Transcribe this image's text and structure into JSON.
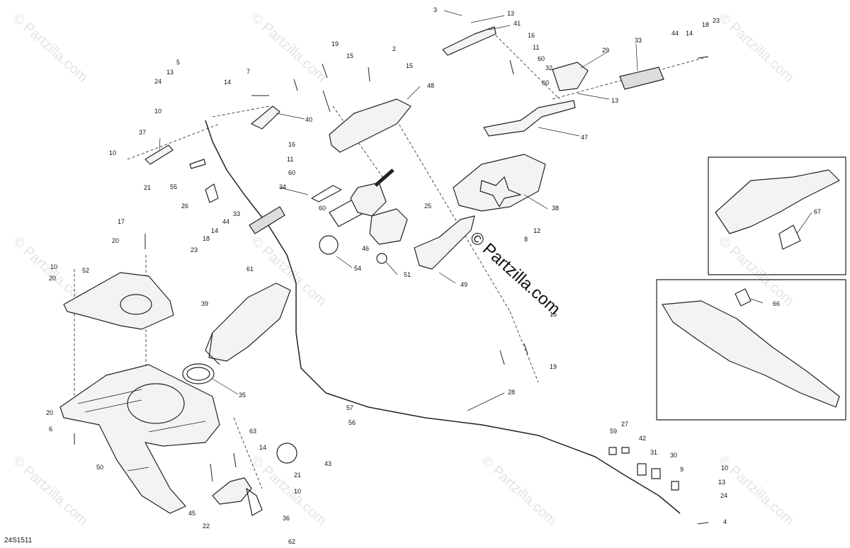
{
  "watermark_text": "© Partzilla.com",
  "brand_text": "© Partzilla.com",
  "reference_code": "24S1511",
  "callouts": {
    "c1": "3",
    "c2": "13",
    "c3": "41",
    "c4": "16",
    "c5": "11",
    "c6": "60",
    "c7": "32",
    "c8": "60",
    "c9": "29",
    "c10": "33",
    "c11": "44",
    "c12": "14",
    "c13": "18",
    "c14": "23",
    "c15": "13",
    "c16": "47",
    "c17": "19",
    "c18": "15",
    "c19": "2",
    "c20": "15",
    "c21": "48",
    "c22": "5",
    "c23": "13",
    "c24": "24",
    "c25": "10",
    "c26": "7",
    "c27": "14",
    "c28": "40",
    "c29": "37",
    "c30": "10",
    "c31": "21",
    "c32": "55",
    "c33": "26",
    "c34": "16",
    "c35": "11",
    "c36": "60",
    "c37": "34",
    "c38": "60",
    "c39": "38",
    "c40": "33",
    "c41": "44",
    "c42": "14",
    "c43": "18",
    "c44": "23",
    "c45": "61",
    "c46": "17",
    "c47": "20",
    "c48": "10",
    "c49": "52",
    "c50": "20",
    "c51": "25",
    "c52": "46",
    "c53": "54",
    "c54": "51",
    "c55": "49",
    "c56": "12",
    "c57": "8",
    "c58": "39",
    "c59": "15",
    "c60": "19",
    "c61": "35",
    "c62": "28",
    "c63": "57",
    "c64": "56",
    "c65": "20",
    "c66": "6",
    "c67": "50",
    "c68": "63",
    "c69": "14",
    "c70": "43",
    "c71": "21",
    "c72": "10",
    "c73": "45",
    "c74": "22",
    "c75": "36",
    "c76": "62",
    "c77": "59",
    "c78": "27",
    "c79": "42",
    "c80": "31",
    "c81": "30",
    "c82": "9",
    "c83": "10",
    "c84": "13",
    "c85": "24",
    "c86": "4",
    "c87": "67",
    "c88": "66"
  }
}
